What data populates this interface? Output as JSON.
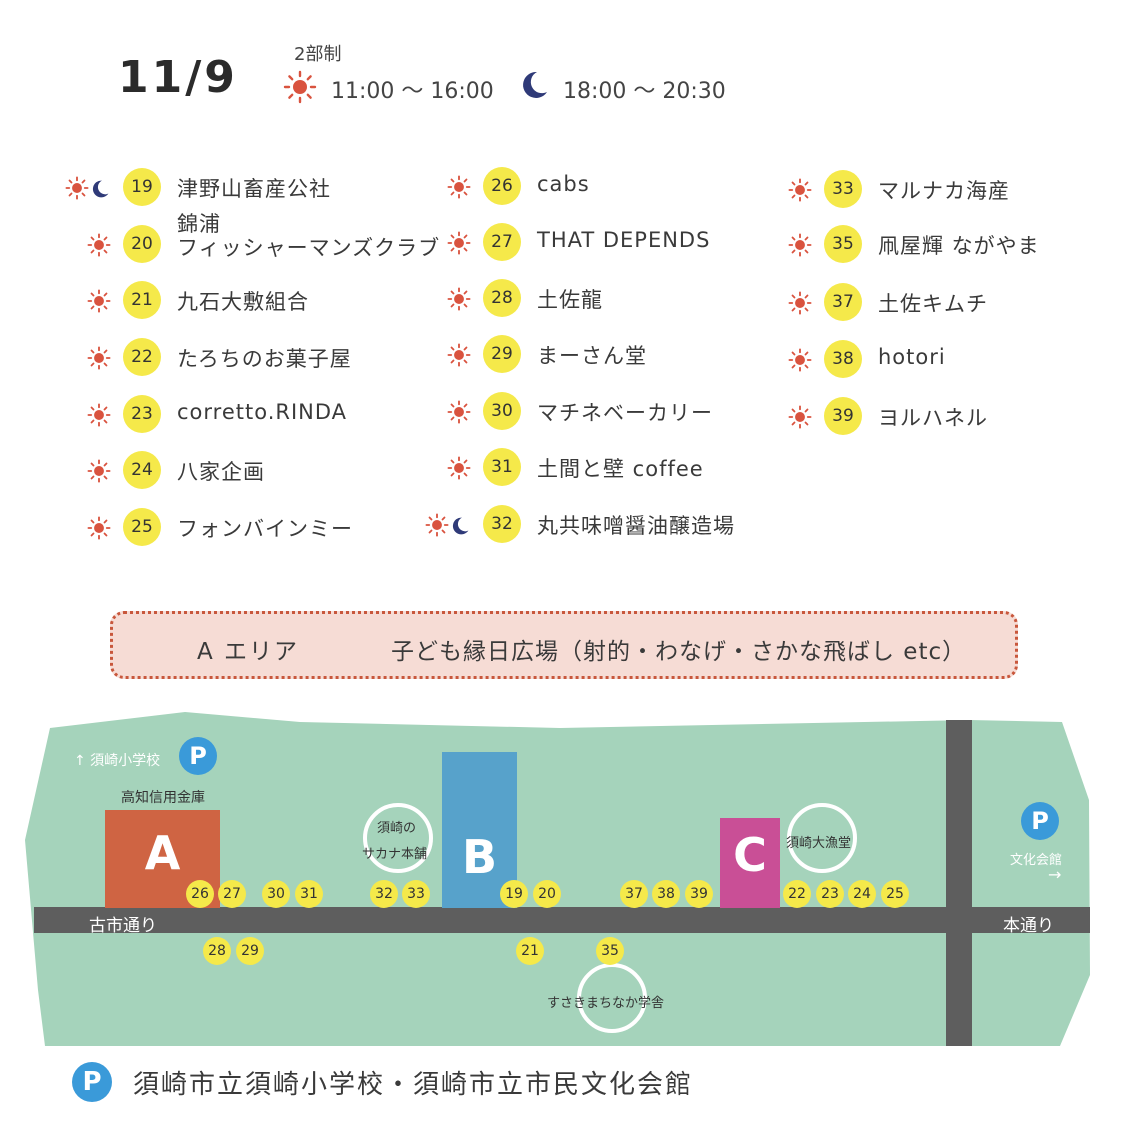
{
  "header": {
    "date": "11/9",
    "two_part": "2部制",
    "day_time": "11:00 ～ 16:00",
    "night_time": "18:00 ～ 20:30"
  },
  "vendors": [
    {
      "num": "19",
      "name": "津野山畜産公社",
      "session": "day+night"
    },
    {
      "num": "20",
      "name": "錦浦",
      "name2": "フィッシャーマンズクラブ",
      "session": "day"
    },
    {
      "num": "21",
      "name": "九石大敷組合",
      "session": "day"
    },
    {
      "num": "22",
      "name": "たろちのお菓子屋",
      "session": "day"
    },
    {
      "num": "23",
      "name": "corretto.RINDA",
      "session": "day"
    },
    {
      "num": "24",
      "name": "八家企画",
      "session": "day"
    },
    {
      "num": "25",
      "name": "フォンバインミー",
      "session": "day"
    },
    {
      "num": "26",
      "name": "cabs",
      "session": "day"
    },
    {
      "num": "27",
      "name": "THAT DEPENDS",
      "session": "day"
    },
    {
      "num": "28",
      "name": "土佐龍",
      "session": "day"
    },
    {
      "num": "29",
      "name": "まーさん堂",
      "session": "day"
    },
    {
      "num": "30",
      "name": "マチネベーカリー",
      "session": "day"
    },
    {
      "num": "31",
      "name": "土間と壁 coffee",
      "session": "day"
    },
    {
      "num": "32",
      "name": "丸共味噌醤油醸造場",
      "session": "day+night"
    },
    {
      "num": "33",
      "name": "マルナカ海産",
      "session": "day"
    },
    {
      "num": "35",
      "name": "凧屋輝 ながやま",
      "session": "day"
    },
    {
      "num": "37",
      "name": "土佐キムチ",
      "session": "day"
    },
    {
      "num": "38",
      "name": "hotori",
      "session": "day"
    },
    {
      "num": "39",
      "name": "ヨルハネル",
      "session": "day"
    }
  ],
  "banner": {
    "area": "A エリア",
    "kids": "子ども縁日広場（射的・わなげ・さかな飛ばし etc）"
  },
  "map": {
    "parking_symbol": "P",
    "north_label": "↑ 須崎小学校",
    "bank_label": "高知信用金庫",
    "block_a": "A",
    "block_b": "B",
    "block_c": "C",
    "sakana_label_1": "須崎の",
    "sakana_label_2": "サカナ本舗",
    "gyodo_label": "須崎大漁堂",
    "machinaka_label": "すさきまちなか学舎",
    "bunka_label": "文化会館",
    "bunka_arrow": "→",
    "road_furuichi": "古市通り",
    "road_hon": "本通り",
    "pins": [
      "26",
      "27",
      "30",
      "31",
      "32",
      "33",
      "19",
      "20",
      "37",
      "38",
      "39",
      "22",
      "23",
      "24",
      "25",
      "28",
      "29",
      "21",
      "35"
    ],
    "colors": {
      "ground": "#a5d3bb",
      "road": "#5e5e5e",
      "block_a": "#cf6443",
      "block_b": "#57a2cb",
      "block_c": "#c94f96",
      "pin": "#f5e94a",
      "parking": "#3a9ad9"
    }
  },
  "footer": {
    "parking_symbol": "P",
    "text": "須崎市立須崎小学校・須崎市立市民文化会館"
  }
}
